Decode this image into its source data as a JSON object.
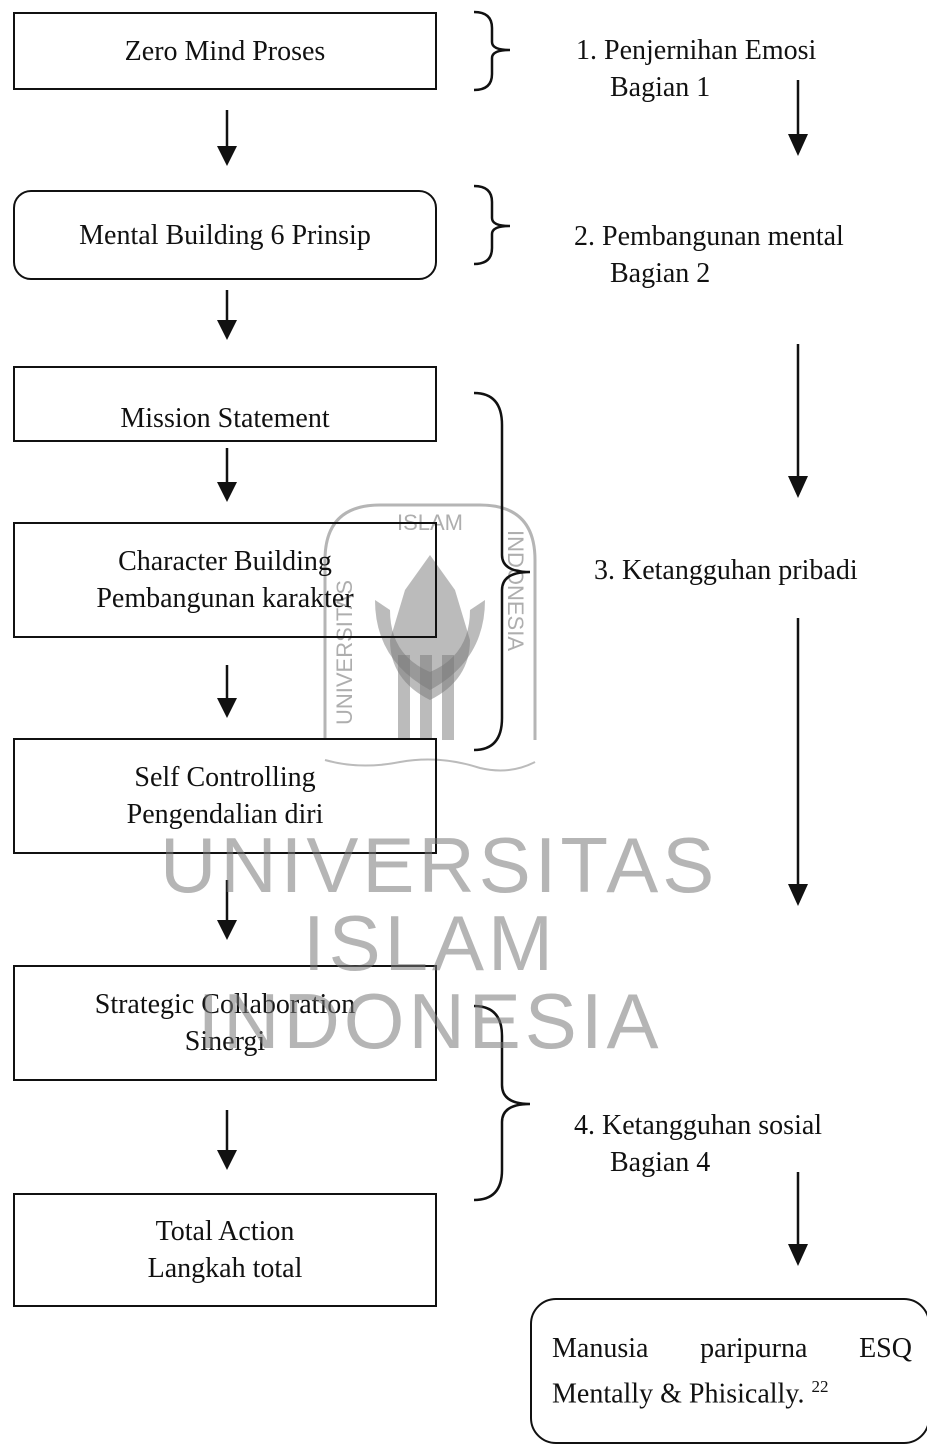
{
  "watermark": {
    "logo_top": "ISLAM",
    "logo_left": "UNIVERSITAS",
    "logo_right": "INDONESIA",
    "line1": "UNIVERSITAS",
    "line2": "ISLAM",
    "line3": "INDONESIA"
  },
  "flow": {
    "zero_mind": "Zero Mind Proses",
    "mental_building": "Mental Building 6 Prinsip",
    "mission": "Mission Statement",
    "character_1": "Character Building",
    "character_2": "Pembangunan karakter",
    "self_control_1": "Self Controlling",
    "self_control_2": "Pengendalian diri",
    "strategic_1": "Strategic Collaboration",
    "strategic_2": "Sinergi",
    "total_1": "Total Action",
    "total_2": "Langkah total"
  },
  "stages": {
    "s1_line1": "1.  Penjernihan Emosi",
    "s1_line2": "Bagian 1",
    "s2_line1": "2. Pembangunan mental",
    "s2_line2": "Bagian 2",
    "s3_line1": "3. Ketangguhan pribadi",
    "s4_line1": "4. Ketangguhan sosial",
    "s4_line2": "Bagian 4"
  },
  "result": {
    "word1": "Manusia",
    "word2": "paripurna",
    "word3": "ESQ",
    "line2": "Mentally & Phisically.",
    "footnote": "22"
  }
}
